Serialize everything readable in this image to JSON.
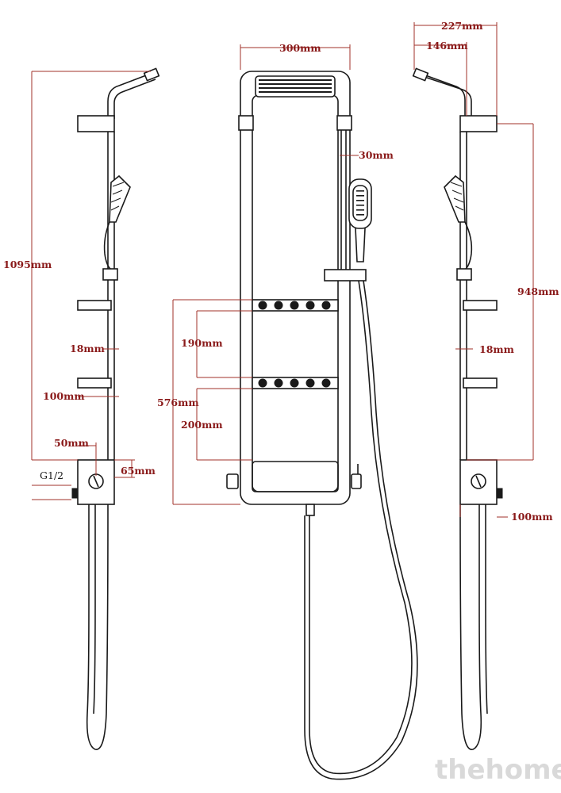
{
  "dimensions": {
    "total_height": "1095mm",
    "arm_gap_side": "18mm",
    "side_projection": "100mm",
    "valve_width": "50mm",
    "inlet_thread": "G1/2",
    "valve_height": "65mm",
    "panel_width": "300mm",
    "rail_offset": "30mm",
    "jet_spacing": "190mm",
    "panel_height": "576mm",
    "lower_spacing": "200mm",
    "overhead_reach": "227mm",
    "head_reach": "146mm",
    "rail_height": "948mm",
    "arm_gap_right": "18mm",
    "base_depth": "100mm"
  },
  "watermark": "thehome",
  "colors": {
    "line": "#1a1a1a",
    "dimension": "#8a1a1a",
    "watermark": "#d9d9d9"
  }
}
